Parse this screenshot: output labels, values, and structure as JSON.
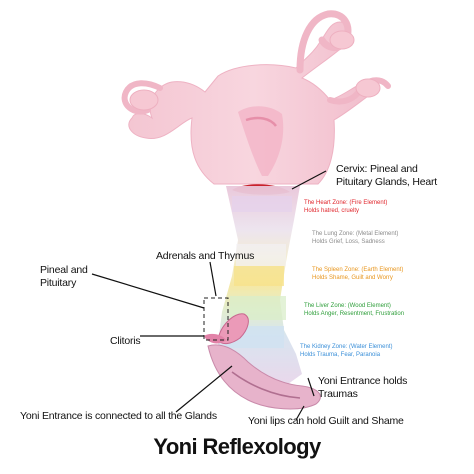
{
  "title": "Yoni Reflexology",
  "labels": {
    "cervix": [
      "Cervix:  Pineal and",
      "Pituitary Glands, Heart"
    ],
    "adrenals": "Adrenals and Thymus",
    "pineal": [
      "Pineal and",
      "Pituitary"
    ],
    "clitoris": "Clitoris",
    "entrance_holds": [
      "Yoni Entrance holds",
      "Traumas"
    ],
    "entrance_connected": "Yoni Entrance is connected to all the Glands",
    "lips": "Yoni lips can hold Guilt and Shame"
  },
  "zones": [
    {
      "heading": "The Heart Zone: (Fire Element)",
      "text": "Holds hatred, cruelty",
      "color": "#e0262c"
    },
    {
      "heading": "The Lung Zone: (Metal Element)",
      "text": "Holds Grief, Loss, Sadness",
      "color": "#8c8c8c"
    },
    {
      "heading": "The Spleen Zone: (Earth Element)",
      "text": "Holds Shame, Guilt and Worry",
      "color": "#e8961e"
    },
    {
      "heading": "The Liver Zone: (Wood Element)",
      "text": "Holds Anger, Resentment, Frustration",
      "color": "#2e9e3a"
    },
    {
      "heading": "The Kidney Zone: (Water Element)",
      "text": "Holds Trauma, Fear, Paranoia",
      "color": "#3a8fd8"
    }
  ]
}
